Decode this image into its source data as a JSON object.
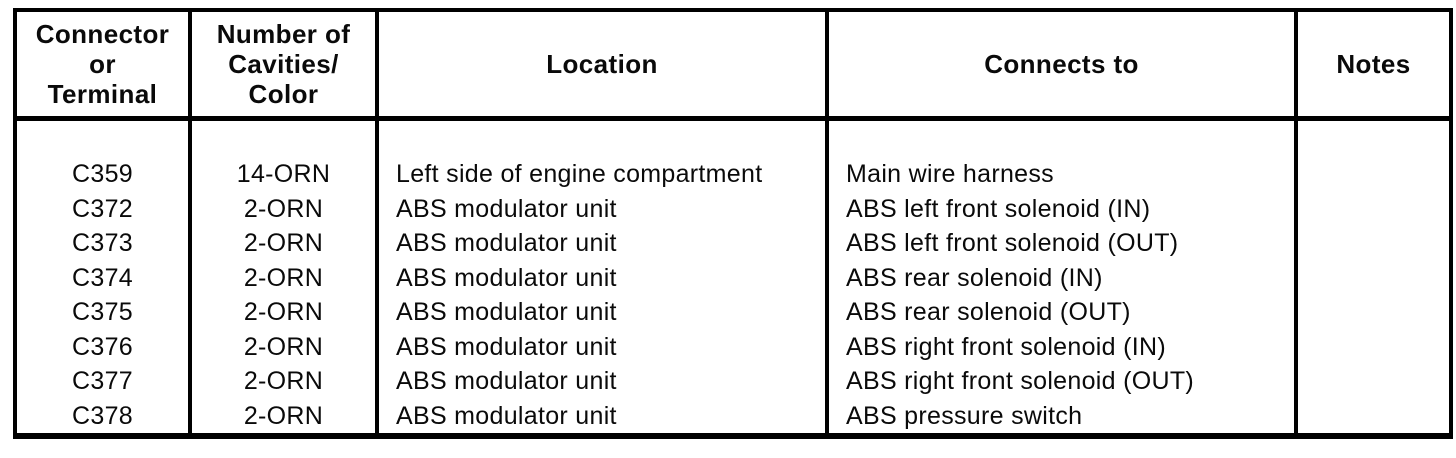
{
  "document": {
    "background": "#ffffff",
    "ink_color": "#0a0a0a",
    "border_color": "#000000"
  },
  "table": {
    "columns": [
      {
        "id": "connector",
        "label_lines": [
          "Connector",
          "or",
          "Terminal"
        ]
      },
      {
        "id": "cavities",
        "label_lines": [
          "Number of",
          "Cavities/",
          "Color"
        ]
      },
      {
        "id": "location",
        "label_lines": [
          "Location"
        ]
      },
      {
        "id": "connects_to",
        "label_lines": [
          "Connects to"
        ]
      },
      {
        "id": "notes",
        "label_lines": [
          "Notes"
        ]
      }
    ],
    "rows": [
      {
        "connector": "C359",
        "cavities": "14-ORN",
        "location": "Left side of engine compartment",
        "connects_to": "Main wire harness",
        "notes": ""
      },
      {
        "connector": "C372",
        "cavities": "2-ORN",
        "location": "ABS modulator unit",
        "connects_to": "ABS left front solenoid (IN)",
        "notes": ""
      },
      {
        "connector": "C373",
        "cavities": "2-ORN",
        "location": "ABS modulator unit",
        "connects_to": "ABS left front solenoid (OUT)",
        "notes": ""
      },
      {
        "connector": "C374",
        "cavities": "2-ORN",
        "location": "ABS modulator unit",
        "connects_to": "ABS rear solenoid (IN)",
        "notes": ""
      },
      {
        "connector": "C375",
        "cavities": "2-ORN",
        "location": "ABS modulator unit",
        "connects_to": "ABS rear solenoid (OUT)",
        "notes": ""
      },
      {
        "connector": "C376",
        "cavities": "2-ORN",
        "location": "ABS modulator unit",
        "connects_to": "ABS right front solenoid (IN)",
        "notes": ""
      },
      {
        "connector": "C377",
        "cavities": "2-ORN",
        "location": "ABS modulator unit",
        "connects_to": "ABS right front solenoid (OUT)",
        "notes": ""
      },
      {
        "connector": "C378",
        "cavities": "2-ORN",
        "location": "ABS modulator unit",
        "connects_to": "ABS pressure switch",
        "notes": ""
      }
    ]
  }
}
